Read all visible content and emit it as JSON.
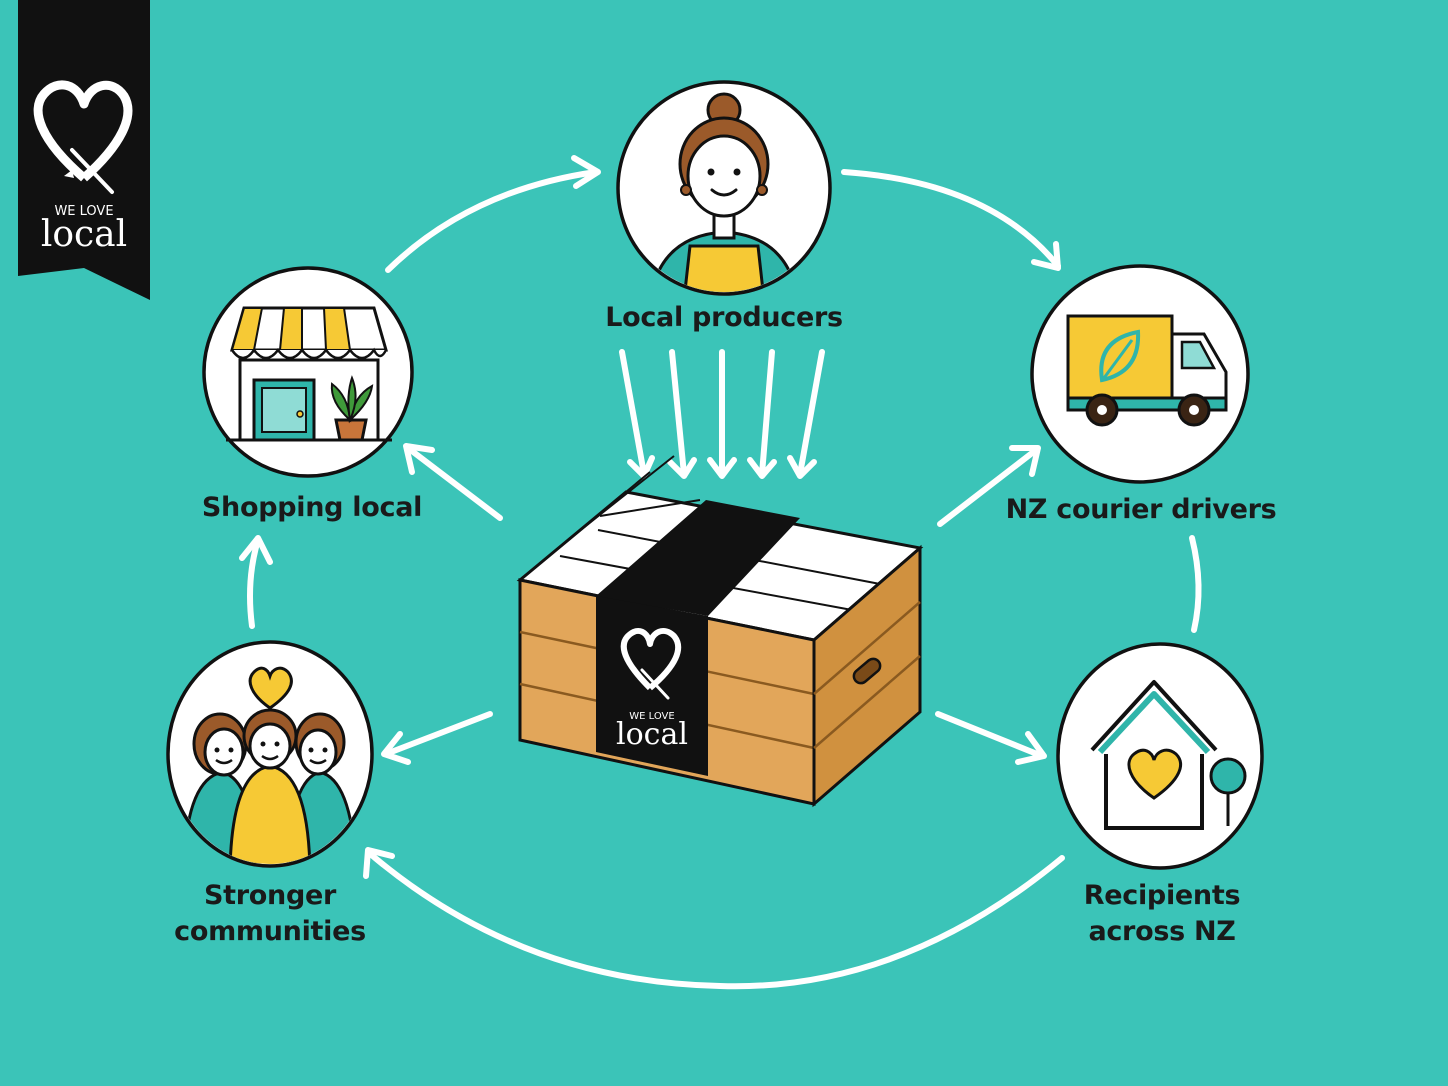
{
  "brand": {
    "tagline": "WE LOVE",
    "name": "local"
  },
  "nodes": {
    "producers": "Local producers",
    "couriers": "NZ courier drivers",
    "recipients_line1": "Recipients",
    "recipients_line2": "across NZ",
    "communities_line1": "Stronger",
    "communities_line2": "communities",
    "shopping": "Shopping local"
  },
  "colors": {
    "background": "#3bc4b8",
    "accent_yellow": "#f6c935",
    "teal_dark": "#1fa59b",
    "ink": "#1a1a1a",
    "wood": "#e2a65a"
  }
}
